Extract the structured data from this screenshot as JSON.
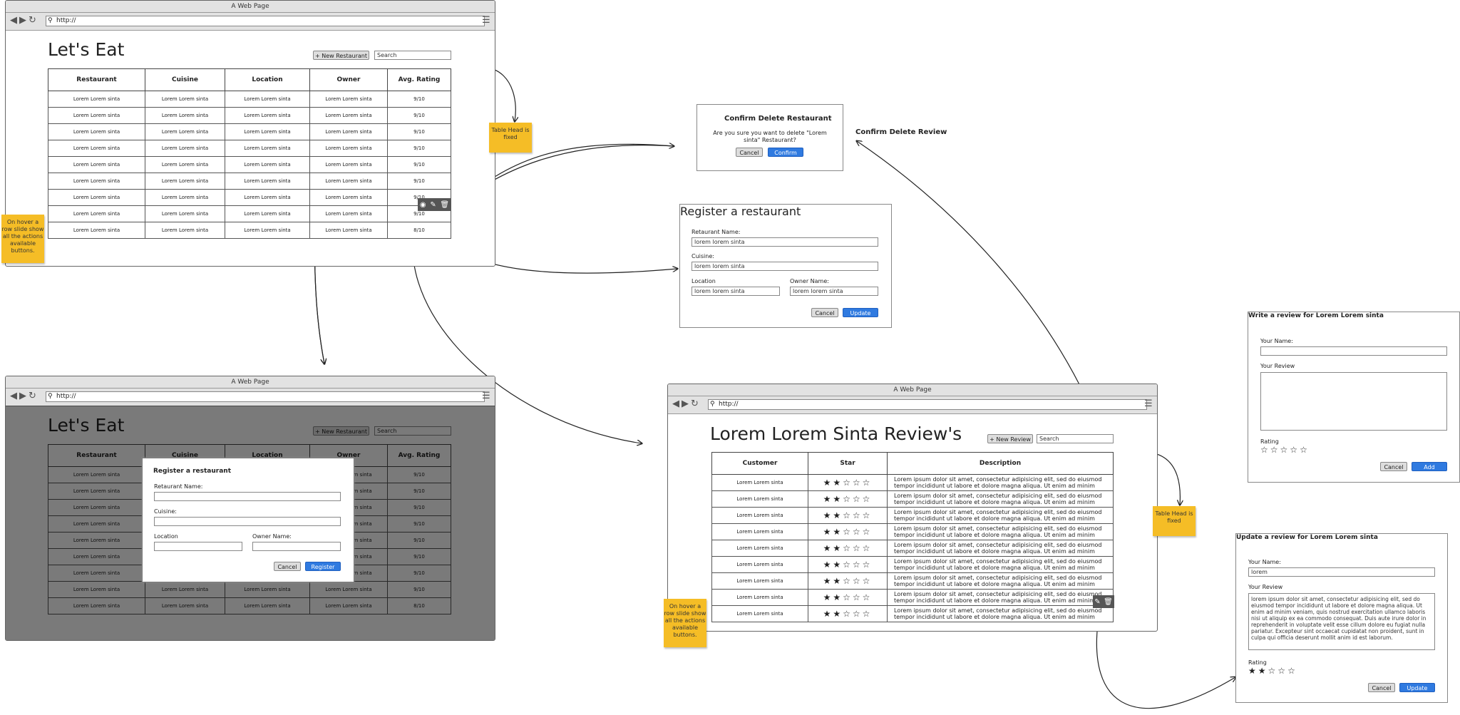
{
  "browser": {
    "window_title": "A Web Page",
    "url": "http://"
  },
  "main_page": {
    "title": "Let's Eat",
    "new_button": "+ New Restaurant",
    "search_placeholder": "Search",
    "columns": [
      "Restaurant",
      "Cuisine",
      "Location",
      "Owner",
      "Avg. Rating"
    ],
    "rows": [
      [
        "Lorem Lorem sinta",
        "Lorem Lorem sinta",
        "Lorem Lorem sinta",
        "Lorem Lorem sinta",
        "9/10"
      ],
      [
        "Lorem Lorem sinta",
        "Lorem Lorem sinta",
        "Lorem Lorem sinta",
        "Lorem Lorem sinta",
        "9/10"
      ],
      [
        "Lorem Lorem sinta",
        "Lorem Lorem sinta",
        "Lorem Lorem sinta",
        "Lorem Lorem sinta",
        "9/10"
      ],
      [
        "Lorem Lorem sinta",
        "Lorem Lorem sinta",
        "Lorem Lorem sinta",
        "Lorem Lorem sinta",
        "9/10"
      ],
      [
        "Lorem Lorem sinta",
        "Lorem Lorem sinta",
        "Lorem Lorem sinta",
        "Lorem Lorem sinta",
        "9/10"
      ],
      [
        "Lorem Lorem sinta",
        "Lorem Lorem sinta",
        "Lorem Lorem sinta",
        "Lorem Lorem sinta",
        "9/10"
      ],
      [
        "Lorem Lorem sinta",
        "Lorem Lorem sinta",
        "Lorem Lorem sinta",
        "Lorem Lorem sinta",
        "9/10"
      ],
      [
        "Lorem Lorem sinta",
        "Lorem Lorem sinta",
        "Lorem Lorem sinta",
        "Lorem Lorem sinta",
        "9/10"
      ],
      [
        "Lorem Lorem sinta",
        "Lorem Lorem sinta",
        "Lorem Lorem sinta",
        "Lorem Lorem sinta",
        "8/10"
      ]
    ]
  },
  "notes": {
    "table_head": "Table Head is fixed",
    "hover_row": "On hover a row slide show all the actions available buttons."
  },
  "confirm_dialog": {
    "title": "Confirm Delete Restaurant",
    "message": "Are you sure you want to delete \"Lorem sinta\" Restaurant?",
    "cancel": "Cancel",
    "confirm": "Confirm"
  },
  "confirm_review_label": "Confirm Delete Review",
  "edit_restaurant": {
    "title": "Register a restaurant",
    "name_label": "Retaurant Name:",
    "name_value": "lorem lorem sinta",
    "cuisine_label": "Cuisine:",
    "cuisine_value": "lorem lorem sinta",
    "location_label": "Location",
    "location_value": "lorem lorem sinta",
    "owner_label": "Owner Name:",
    "owner_value": "lorem lorem sinta",
    "cancel": "Cancel",
    "update": "Update"
  },
  "register_dialog": {
    "title": "Register a restaurant",
    "name_label": "Retaurant Name:",
    "cuisine_label": "Cuisine:",
    "location_label": "Location",
    "owner_label": "Owner Name:",
    "cancel": "Cancel",
    "register": "Register"
  },
  "review_page": {
    "title": "Lorem Lorem Sinta Review's",
    "new_button": "+ New Review",
    "search_placeholder": "Search",
    "columns": [
      "Customer",
      "Star",
      "Description"
    ],
    "row_customer": "Lorem Lorem sinta",
    "row_description": "Lorem ipsum dolor sit amet, consectetur adipisicing elit, sed do eiusmod tempor incididunt ut labore et dolore magna aliqua. Ut enim ad minim veniam",
    "row_rating": 2,
    "row_count": 9
  },
  "write_review": {
    "title": "Write a review for Lorem Lorem sinta",
    "name_label": "Your Name:",
    "review_label": "Your Review",
    "rating_label": "Rating",
    "rating": 0,
    "cancel": "Cancel",
    "add": "Add"
  },
  "update_review": {
    "title": "Update a review for Lorem Lorem sinta",
    "name_label": "Your Name:",
    "name_value": "lorem",
    "review_label": "Your Review",
    "review_value": "lorem ipsum dolor sit amet, consectetur adipisicing elit, sed do eiusmod tempor incididunt ut labore et dolore magna aliqua. Ut enim ad minim veniam, quis nostrud exercitation ullamco laboris nisi ut aliquip ex ea commodo consequat. Duis aute irure dolor in reprehenderit in voluptate velit esse cillum dolore eu fugiat nulla pariatur. Excepteur sint occaecat cupidatat non proident, sunt in culpa qui officia deserunt mollit anim id est laborum.",
    "rating_label": "Rating",
    "rating": 2,
    "cancel": "Cancel",
    "update": "Update"
  },
  "icons": {
    "view": "eye-icon",
    "edit": "pencil-icon",
    "delete": "trash-icon",
    "star": "star-icon"
  }
}
